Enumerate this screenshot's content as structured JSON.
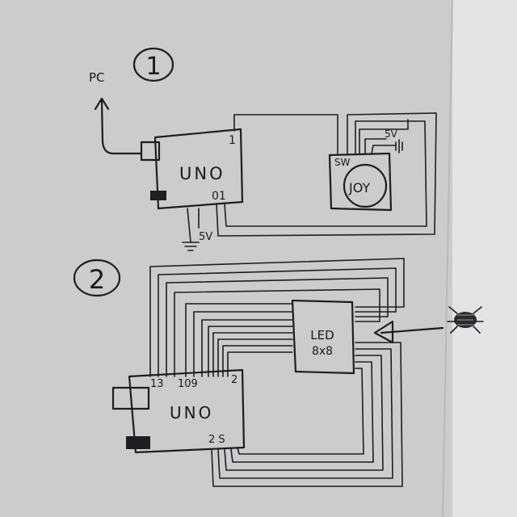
{
  "circuit1": {
    "number": "1",
    "pc_label": "PC",
    "uno_label": "UNO",
    "pin_1": "1",
    "pins_01": "01",
    "supply_5v": "5V",
    "joystick": {
      "label": "JOY",
      "sw_label": "SW",
      "supply_5v": "5V"
    }
  },
  "circuit2": {
    "number": "2",
    "uno_label": "UNO",
    "pin_13": "13",
    "pins_109": "109",
    "pin_2_top": "2",
    "pins_2s": "2 S",
    "led_matrix": {
      "line1": "LED",
      "line2": "8x8"
    }
  },
  "colors": {
    "paper": "#cfcfd2",
    "paper_right": "#e6e6e9",
    "ink": "#1d1d22"
  }
}
